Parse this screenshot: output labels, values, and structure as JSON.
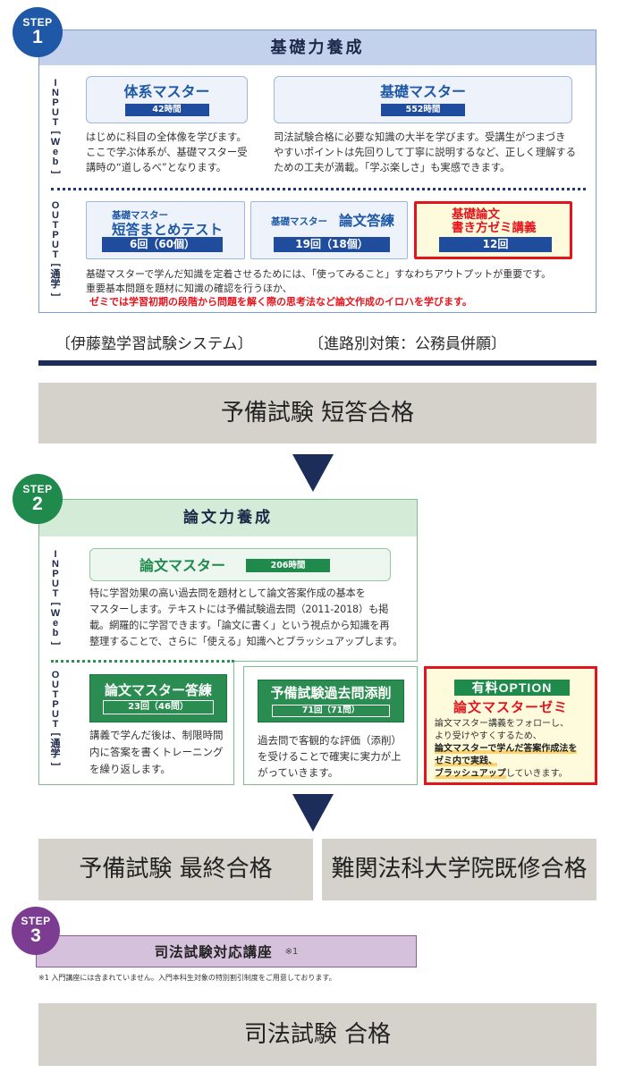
{
  "colors": {
    "step1": "#1e58a6",
    "step1_frame": "#7d9ed1",
    "step1_header": "#c3d1ec",
    "step1_badge": "#1f4c9c",
    "step2": "#1f8a4c",
    "step2_frame": "#7dbd8f",
    "step2_header": "#d3ebd7",
    "step3": "#7b3c91",
    "step3_bar": "#d6c1dc",
    "highlight_red": "#e3141d",
    "option_bg": "#fefbdc",
    "navy": "#1c2d5a",
    "milestone_bg": "#d5d2cb"
  },
  "step1": {
    "badge_label": "STEP",
    "badge_number": "1",
    "title": "基礎力養成",
    "input_label": "INPUT[Web]",
    "output_label": "OUTPUT[通学]",
    "input_items": [
      {
        "title": "体系マスター",
        "hours": "42時間",
        "description": [
          "はじめに科目の全体像を学びます。",
          "ここで学ぶ体系が、基礎マスター受",
          "講時の“道しるべ”となります。"
        ]
      },
      {
        "title": "基礎マスター",
        "hours": "552時間",
        "description": [
          "司法試験合格に必要な知識の大半を学びます。受講生がつまづき",
          "やすいポイントは先回りして丁寧に説明するなど、正しく理解する",
          "ための工夫が満載。「学ぶ楽しさ」も実感できます。"
        ]
      }
    ],
    "output_items": [
      {
        "subtitle": "基礎マスター",
        "title": "短答まとめテスト",
        "count": "6回（60個）"
      },
      {
        "subtitle": "基礎マスター",
        "title": "論文答練",
        "count": "19回（18個）"
      },
      {
        "title_lines": [
          "基礎論文",
          "書き方ゼミ講義"
        ],
        "count": "12回"
      }
    ],
    "output_description": [
      "基礎マスターで学んだ知識を定着させるためには、「使ってみること」すなわちアウトプットが重要です。",
      "重要基本問題を題材に知識の確認を行うほか、"
    ],
    "output_description_emphasis": "ゼミでは学習初期の段階から問題を解く際の思考法など論文作成のイロハを学びます。"
  },
  "system_labels": [
    "〔伊藤塾学習試験システム〕",
    "〔進路別対策：公務員併願〕"
  ],
  "milestones": {
    "short_answer_pass": "予備試験 短答合格",
    "final_pass": "予備試験 最終合格",
    "law_school_pass": "難関法科大学院既修合格",
    "bar_exam_pass": "司法試験 合格"
  },
  "step2": {
    "badge_label": "STEP",
    "badge_number": "2",
    "title": "論文力養成",
    "input_label": "INPUT[Web]",
    "output_label": "OUTPUT[通学]",
    "input_item": {
      "title": "論文マスター",
      "hours": "206時間",
      "description": [
        "特に学習効果の高い過去問を題材として論文答案作成の基本を",
        "マスターします。テキストには予備試験過去問（2011-2018）も掲",
        "載。網羅的に学習できます。「論文に書く」という視点から知識を再",
        "整理することで、さらに「使える」知識へとブラッシュアップします。"
      ]
    },
    "output_items": [
      {
        "title": "論文マスター答練",
        "count": "23回（46問）",
        "description": [
          "講義で学んだ後は、制限時間",
          "内に答案を書くトレーニング",
          "を繰り返します。"
        ]
      },
      {
        "title": "予備試験過去問添削",
        "count": "71回（71問）",
        "description": [
          "過去問で客観的な評価（添削）",
          "を受けることで確実に実力が上",
          "がっていきます。"
        ]
      }
    ],
    "option": {
      "badge": "有料OPTION",
      "title": "論文マスターゼミ",
      "lines": [
        "論文マスター講義をフォローし、",
        "より受けやすくするため、"
      ],
      "highlight_lines": [
        "論文マスターで学んだ答案作成法を",
        "ゼミ内で実践、"
      ],
      "last_highlight": "ブラッシュアップ",
      "last_rest": "していきます。"
    }
  },
  "step3": {
    "badge_label": "STEP",
    "badge_number": "3",
    "title": "司法試験対応講座",
    "note_mark": "※1",
    "footnote": "※1  入門講座には含まれていません。入門本科生対象の特別割引制度をご用意しております。"
  }
}
